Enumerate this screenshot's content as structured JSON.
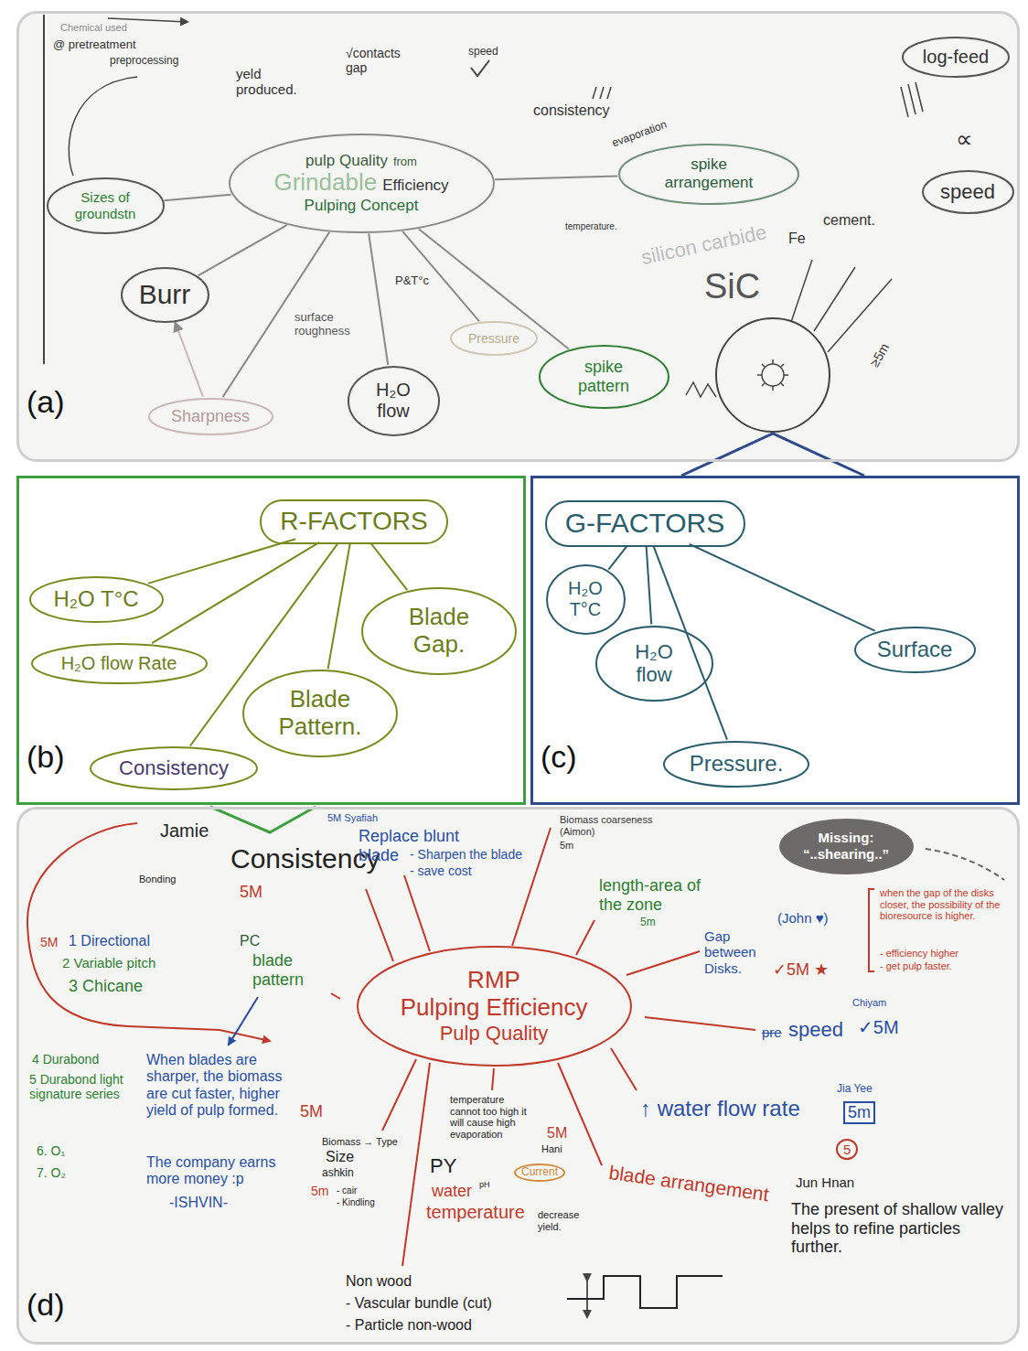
{
  "diagram": {
    "nodes": [
      {
        "text": [
          "(a)"
        ]
      },
      {
        "text": [
          "pulp Quality",
          "from",
          "Grindable",
          "Efficiency",
          "Pulping Concept"
        ],
        "in": 0
      },
      {
        "text": [
          "Sizes of groundstn"
        ],
        "in": 0
      },
      {
        "text": [
          "Burr"
        ],
        "in": 0
      },
      {
        "text": [
          "Sharpness"
        ],
        "in": 0
      },
      {
        "text": [
          "Pressure"
        ],
        "in": 0
      },
      {
        "text": [
          "H₂O flow"
        ],
        "in": 0
      },
      {
        "text": [
          "spike pattern"
        ],
        "in": 0
      },
      {
        "text": [
          "spike arrangement"
        ],
        "in": 0
      },
      {
        "text": [
          "log-feed"
        ],
        "in": 0
      },
      {
        "text": [
          "speed"
        ],
        "in": 0
      },
      {
        "text": [
          "(b)"
        ]
      },
      {
        "text": [
          "R-FACTORS"
        ],
        "in": 11
      },
      {
        "text": [
          "H₂O T°C"
        ],
        "in": 11
      },
      {
        "text": [
          "H₂O flow Rate"
        ],
        "in": 11
      },
      {
        "text": [
          "Blade Gap."
        ],
        "in": 11
      },
      {
        "text": [
          "Blade Pattern."
        ],
        "in": 11
      },
      {
        "text": [
          "Consistency"
        ],
        "in": 11
      },
      {
        "text": [
          "(c)"
        ]
      },
      {
        "text": [
          "G-FACTORS"
        ],
        "in": 18
      },
      {
        "text": [
          "H₂O T°C"
        ],
        "in": 18
      },
      {
        "text": [
          "H₂O flow"
        ],
        "in": 18
      },
      {
        "text": [
          "Pressure."
        ],
        "in": 18
      },
      {
        "text": [
          "Surface"
        ],
        "in": 18
      },
      {
        "text": [
          "(d)"
        ]
      },
      {
        "text": [
          "Missing:",
          "“..shearing..”"
        ],
        "in": 24
      },
      {
        "text": [
          "RMP",
          "Pulping Efficiency",
          "Pulp Quality"
        ],
        "in": 24
      }
    ],
    "edges": [
      {
        "from": 1,
        "to": 2,
        "arrow": "none"
      },
      {
        "from": 1,
        "to": 3,
        "arrow": "none"
      },
      {
        "from": 1,
        "to": 4,
        "arrow": "none"
      },
      {
        "from": 1,
        "to": 5,
        "arrow": "none"
      },
      {
        "from": 1,
        "to": 6,
        "arrow": "none"
      },
      {
        "from": 1,
        "to": 7,
        "arrow": "none"
      },
      {
        "from": 1,
        "to": 8,
        "arrow": "none"
      },
      {
        "from": 4,
        "to": 3,
        "arrow": "to"
      },
      {
        "from": 12,
        "to": 13,
        "arrow": "none"
      },
      {
        "from": 12,
        "to": 14,
        "arrow": "none"
      },
      {
        "from": 12,
        "to": 15,
        "arrow": "none"
      },
      {
        "from": 12,
        "to": 16,
        "arrow": "none"
      },
      {
        "from": 12,
        "to": 17,
        "arrow": "none"
      },
      {
        "from": 19,
        "to": 20,
        "arrow": "none"
      },
      {
        "from": 19,
        "to": 21,
        "arrow": "none"
      },
      {
        "from": 19,
        "to": 22,
        "arrow": "none"
      },
      {
        "from": 19,
        "to": 23,
        "arrow": "none"
      }
    ],
    "labels": [
      "Chemical used",
      "@ pretreatment",
      "preprocessing",
      "yeld produced.",
      "√contacts gap",
      "speed",
      "consistency",
      "evaporation",
      "temperature.",
      "P&T°c",
      "surface roughness",
      "silicon carbide",
      "SiC",
      "Fe",
      "cement.",
      "≥5m",
      "∝",
      "Jamie",
      "Bonding",
      "Consistency",
      "5M",
      "5M",
      "1 Directional",
      "2 Variable pitch",
      "3 Chicane",
      "PC",
      "blade pattern",
      "4 Durabond",
      "5 Durabond light signature series",
      "6. O₁",
      "7. O₂",
      "When blades are sharper, the biomass are cut faster, higher yield of pulp formed.",
      "5M",
      "The company earns more money :p",
      "-ISHVIN-",
      "5M Syafiah",
      "Replace blunt blade",
      "- Sharpen the blade",
      "- save cost",
      "Biomass coarseness (Aimon)",
      "5m",
      "length-area of the zone",
      "5m",
      "Gap between Disks.",
      "(John ♥)",
      "✓5M ★",
      "when the gap of the disks closer, the possibility of the bioresource is higher.",
      "- efficiency higher",
      "- get pulp faster.",
      "pre",
      "speed",
      "Chiyam",
      "✓5M",
      "↑ water flow rate",
      "Jia Yee",
      "5m",
      "5",
      "blade arrangement",
      "Jun Hnan",
      "The present of shallow valley helps to refine particles further.",
      "temperature cannot too high it will cause high evaporation",
      "PY",
      "5M",
      "Hani",
      "Current",
      "water",
      "pH",
      "temperature",
      "decrease yield.",
      "Biomass → Type",
      "Size",
      "ashkin",
      "5m",
      "- cair",
      "- Kindling",
      "Non wood",
      "- Vascular bundle (cut)",
      "- Particle non-wood"
    ]
  }
}
